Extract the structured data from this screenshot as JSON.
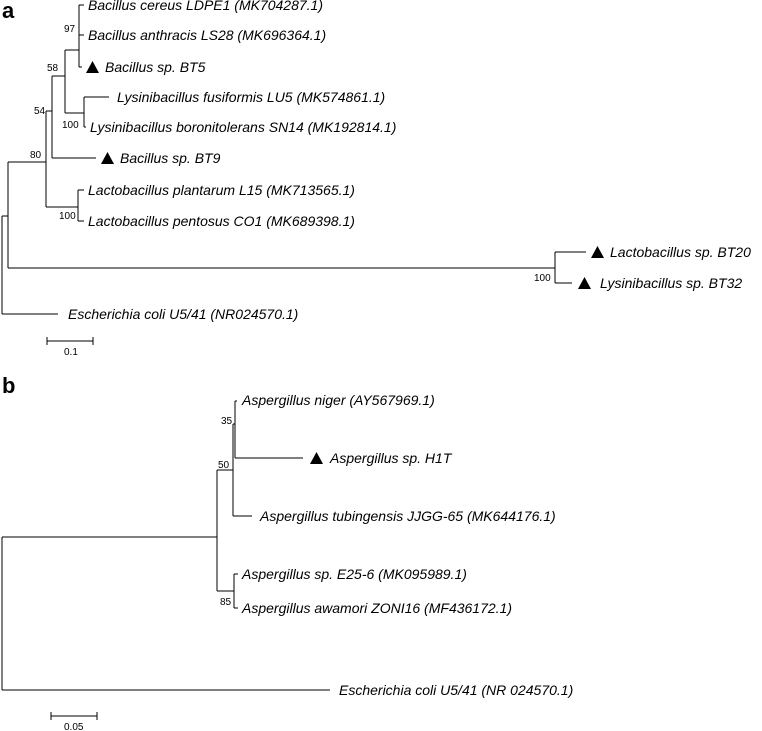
{
  "panels": [
    {
      "label": "a",
      "taxa": [
        {
          "name": "Bacillus cereus LDPE1 (MK704287.1)",
          "marked": false
        },
        {
          "name": "Bacillus anthracis LS28 (MK696364.1)",
          "marked": false
        },
        {
          "name": "Bacillus sp. BT5",
          "marked": true
        },
        {
          "name": "Lysinibacillus fusiformis LU5 (MK574861.1)",
          "marked": false
        },
        {
          "name": "Lysinibacillus boronitolerans SN14 (MK192814.1)",
          "marked": false
        },
        {
          "name": "Bacillus sp. BT9",
          "marked": true
        },
        {
          "name": "Lactobacillus plantarum L15 (MK713565.1)",
          "marked": false
        },
        {
          "name": "Lactobacillus pentosus CO1 (MK689398.1)",
          "marked": false
        },
        {
          "name": "Lactobacillus sp. BT20",
          "marked": true
        },
        {
          "name": "Lysinibacillus sp. BT32",
          "marked": true
        },
        {
          "name": "Escherichia coli U5/41 (NR024570.1)",
          "marked": false
        }
      ],
      "bootstrap_values": [
        "97",
        "58",
        "100",
        "54",
        "80",
        "100",
        "100"
      ],
      "scale_bar": "0.1"
    },
    {
      "label": "b",
      "taxa": [
        {
          "name": "Aspergillus niger (AY567969.1)",
          "marked": false
        },
        {
          "name": "Aspergillus sp. H1T",
          "marked": true
        },
        {
          "name": "Aspergillus tubingensis JJGG-65 (MK644176.1)",
          "marked": false
        },
        {
          "name": "Aspergillus sp. E25-6 (MK095989.1)",
          "marked": false
        },
        {
          "name": "Aspergillus awamori ZONI16 (MF436172.1)",
          "marked": false
        },
        {
          "name": "Escherichia coli U5/41 (NR 024570.1)",
          "marked": false
        }
      ],
      "bootstrap_values": [
        "35",
        "50",
        "85"
      ],
      "scale_bar": "0.05"
    }
  ]
}
